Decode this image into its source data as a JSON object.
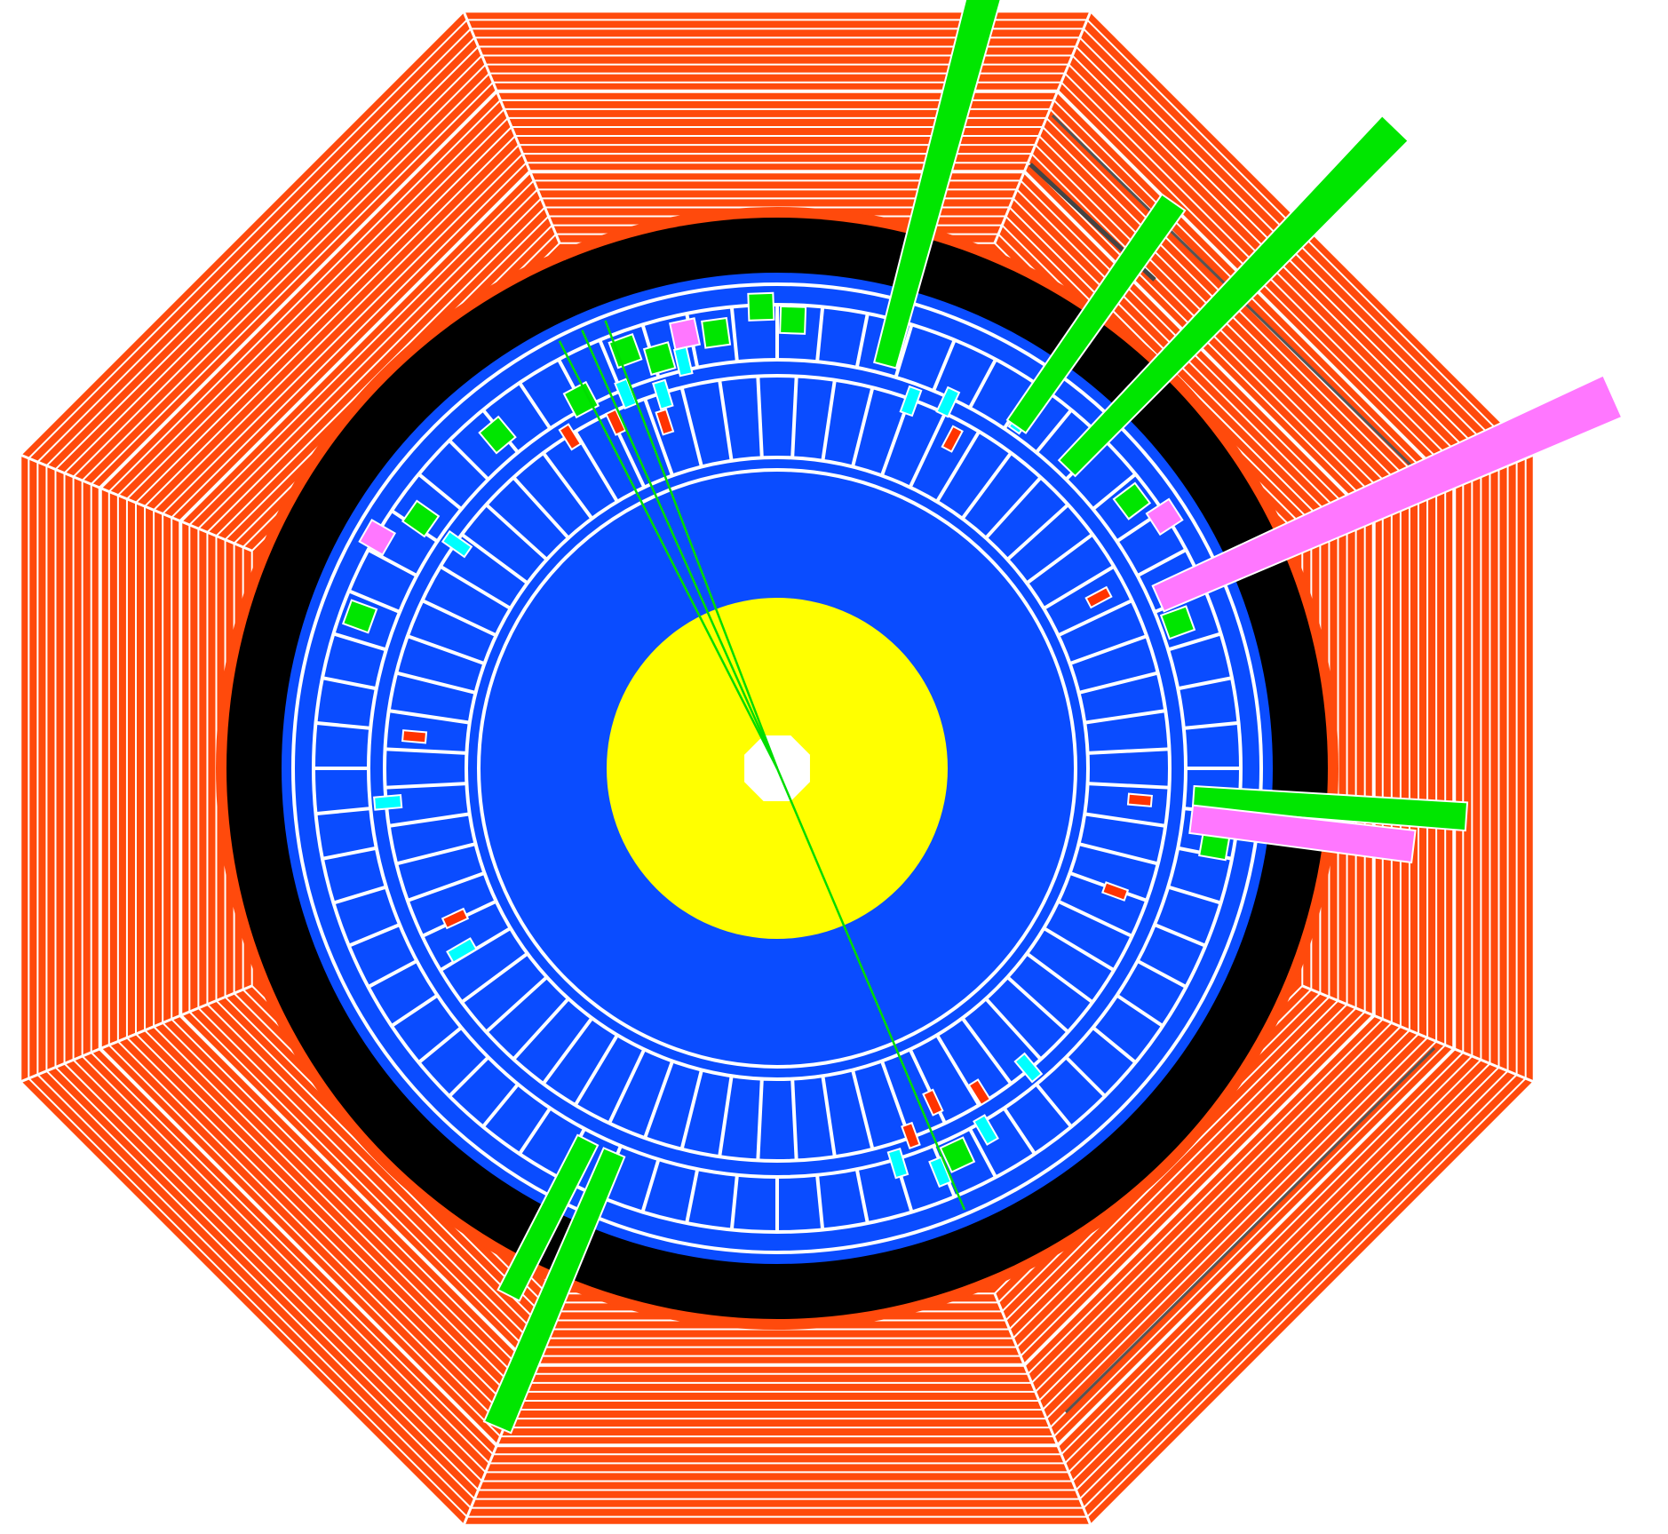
{
  "display": {
    "colors": {
      "background": "#ffffff",
      "muon_chambers": "#ff4a0c",
      "muon_lines": "#ffffff",
      "coil": "#000000",
      "calorimeter": "#0a4cff",
      "tracker": "#ffff00",
      "beam_pipe": "#ffffff",
      "hadronic_deposit": "#00e600",
      "em_deposit": "#ff77ff",
      "cluster_cyan": "#00ffff",
      "cluster_red": "#ff3300",
      "track": "#00dd00"
    },
    "calorimeter_sectors_outer": 64,
    "calorimeter_sectors_inner": 64,
    "tracks": [
      {
        "angle_deg": -21
      },
      {
        "angle_deg": -24
      },
      {
        "angle_deg": -27
      },
      {
        "angle_deg": 157
      }
    ],
    "energy_towers": [
      {
        "type": "hadronic",
        "angle_deg": 15,
        "length": 1.0
      },
      {
        "type": "hadronic",
        "angle_deg": 44,
        "length": 0.95
      },
      {
        "type": "em",
        "angle_deg": 66,
        "length": 1.0
      },
      {
        "type": "hadronic",
        "angle_deg": 35,
        "length": 0.55
      },
      {
        "type": "hadronic",
        "angle_deg": 94,
        "length": 0.55
      },
      {
        "type": "em",
        "angle_deg": 97,
        "length": 0.45
      },
      {
        "type": "hadronic",
        "angle_deg": 203,
        "length": 0.6
      },
      {
        "type": "hadronic",
        "angle_deg": 207,
        "length": 0.35
      }
    ]
  }
}
